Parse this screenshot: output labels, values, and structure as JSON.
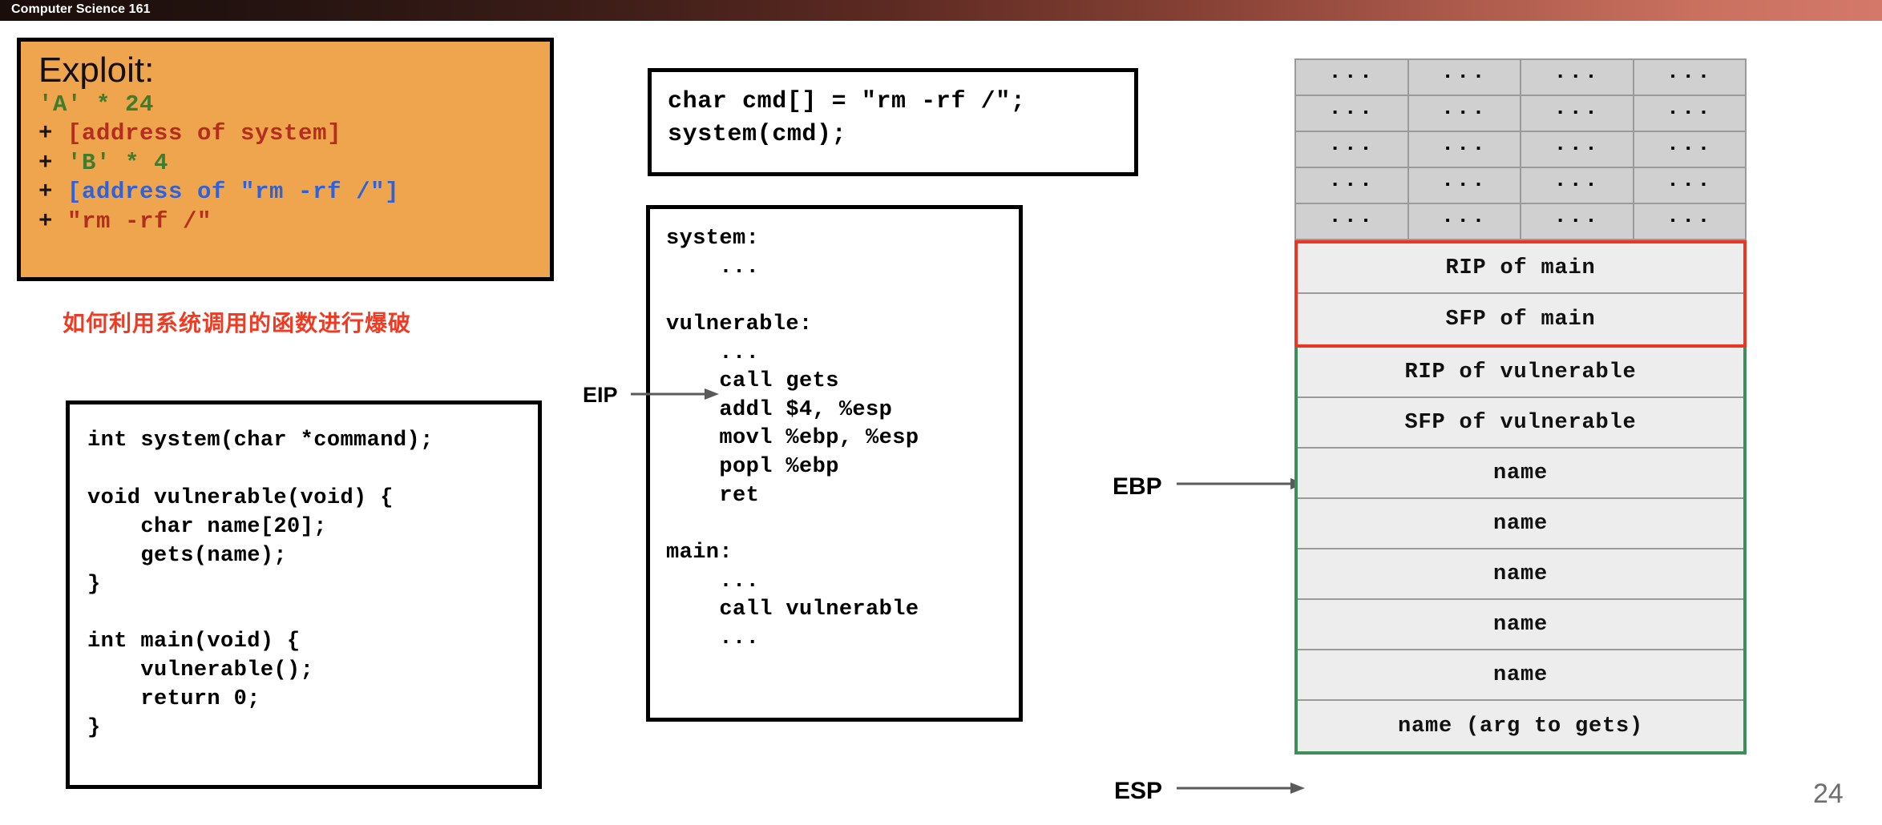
{
  "header": {
    "course_title": "Computer Science 161",
    "gradient_from": "#1a0e0a",
    "gradient_to": "#d4796a"
  },
  "exploit_box": {
    "heading": "Exploit:",
    "background_color": "#efa44e",
    "lines": [
      {
        "plus": "",
        "text": "'A' * 24",
        "color_name": "green",
        "color": "#3f7d2e"
      },
      {
        "plus": "+ ",
        "text": "[address of system]",
        "color_name": "red",
        "color": "#b52d20"
      },
      {
        "plus": "+ ",
        "text": "'B' * 4",
        "color_name": "green",
        "color": "#3f7d2e"
      },
      {
        "plus": "+ ",
        "text": "[address of \"rm -rf /\"]",
        "color_name": "blue",
        "color": "#2f62d8"
      },
      {
        "plus": "+ ",
        "text": "\"rm -rf /\"",
        "color_name": "red",
        "color": "#b52d20"
      }
    ]
  },
  "annotation": {
    "text": "如何利用系统调用的函数进行爆破",
    "color": "#ef3b24"
  },
  "c_source": {
    "lines": [
      "int system(char *command);",
      "",
      "void vulnerable(void) {",
      "    char name[20];",
      "    gets(name);",
      "}",
      "",
      "int main(void) {",
      "    vulnerable();",
      "    return 0;",
      "}"
    ]
  },
  "cmd_box": {
    "lines": [
      "char cmd[] = \"rm -rf /\";",
      "system(cmd);"
    ]
  },
  "asm_box": {
    "lines": [
      "system:",
      "    ...",
      "",
      "vulnerable:",
      "    ...",
      "    call gets",
      "    addl $4, %esp",
      "    movl %ebp, %esp",
      "    popl %ebp",
      "    ret",
      "",
      "main:",
      "    ...",
      "    call vulnerable",
      "    ..."
    ]
  },
  "registers": {
    "eip_label": "EIP",
    "ebp_label": "EBP",
    "esp_label": "ESP"
  },
  "stack": {
    "dots_cell_text": "...",
    "dots_rows": 5,
    "dots_cols": 4,
    "dots_cell_color": "#d0d0d0",
    "row_color": "#ededed",
    "main_frame_border_color": "#ee3524",
    "vulnerable_frame_border_color": "#3c8f59",
    "main_frame_rows": [
      "RIP of main",
      "SFP of main"
    ],
    "vulnerable_frame_rows": [
      "RIP of vulnerable",
      "SFP of vulnerable",
      "name",
      "name",
      "name",
      "name",
      "name",
      "name (arg to gets)"
    ]
  },
  "footer": {
    "page_number": "24"
  }
}
